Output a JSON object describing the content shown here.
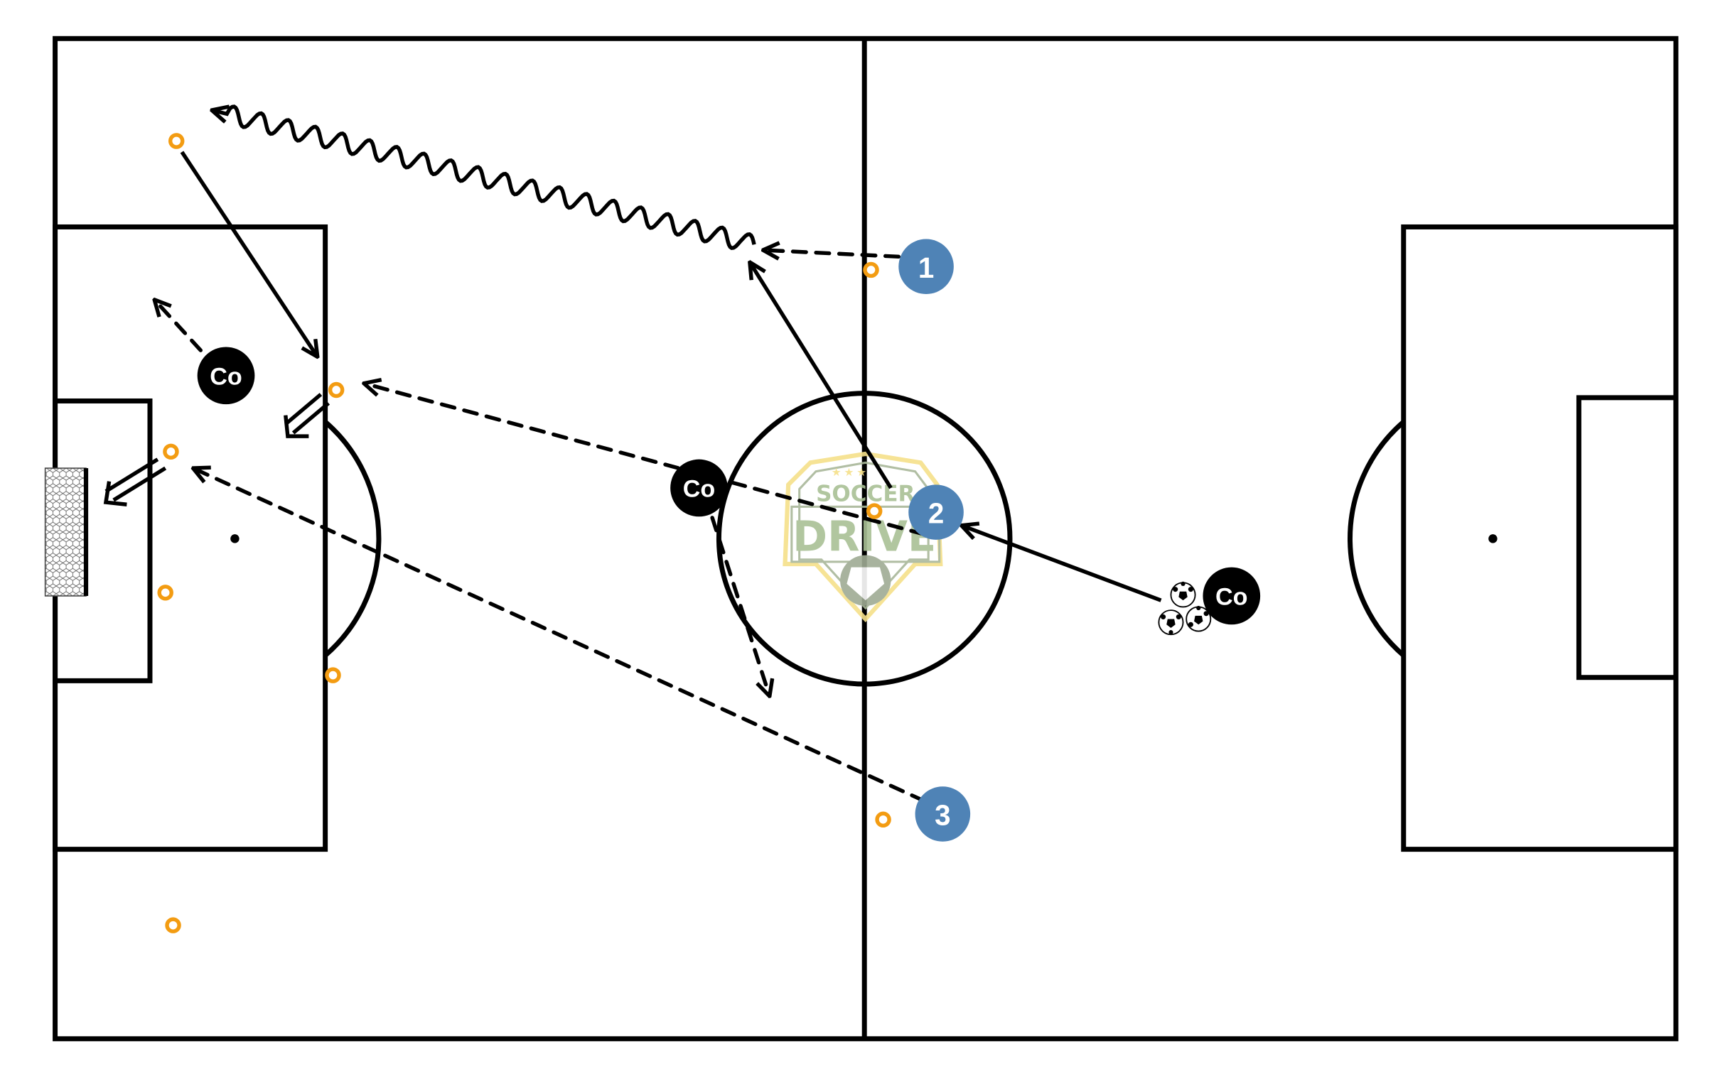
{
  "diagram": {
    "title": "Soccer drill diagram",
    "logo": {
      "line1": "SOCCER",
      "line2": "DRIVE"
    },
    "colors": {
      "player": "#4f83b6",
      "coach": "#000000",
      "cone": "#f39c12",
      "lines": "#000000",
      "logo_green": "#a9c095",
      "logo_gold": "#f6e08a"
    },
    "players": [
      {
        "label": "1"
      },
      {
        "label": "2"
      },
      {
        "label": "3"
      }
    ],
    "coaches": [
      {
        "label": "Co"
      },
      {
        "label": "Co"
      },
      {
        "label": "Co"
      }
    ],
    "cone_count": 9,
    "ball_count": 3
  }
}
